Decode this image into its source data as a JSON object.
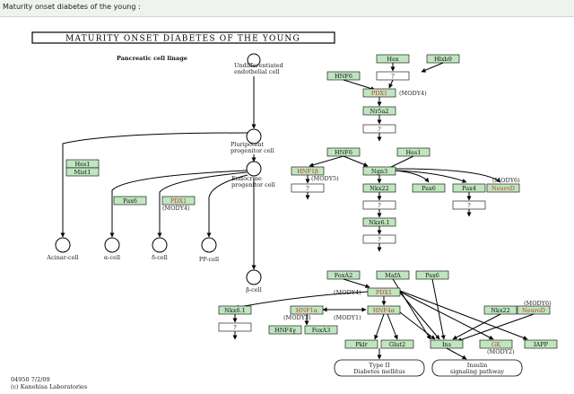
{
  "page_header": "Maturity onset diabetes of the young :",
  "diagram_title": "MATURITY ONSET DIABETES OF THE YOUNG",
  "pancreatic_label": "Pancreatic cell linage",
  "undiff_label": [
    "Undifferentiated",
    "endothelial cell"
  ],
  "pluripotent_label": [
    "Pluripotent",
    "progenitor cell"
  ],
  "endocrine_label": [
    "Endocrine",
    "progenitor cell"
  ],
  "cells": {
    "acinar": "Acinar-cell",
    "alpha": "α-cell",
    "delta": "δ-cell",
    "pp": "PP-cell",
    "beta": "β-cell"
  },
  "genes": {
    "hes1_left": "Hes1",
    "mist1": "Mist1",
    "pax6_left": "Pax6",
    "pdx1_left": "PDX1",
    "mody4_left": "(MODY4)",
    "hex": "Hex",
    "hlxb9": "Hlxb9",
    "hnf6_top": "HNF6",
    "pdx1_top": "PDX1",
    "mody4_top": "(MODY4)",
    "nr5a2": "Nr5a2",
    "hnf6_mid": "HNF6",
    "hes1_mid": "Hes1",
    "hnf1b": "HNF1β",
    "mody5": "(MODY5)",
    "ngn3": "Ngn3",
    "nkx22": "Nkx22",
    "pax6_mid": "Pax6",
    "pax4": "Pax4",
    "neurod_top": "NeuroD",
    "mody6_top": "(MODY6)",
    "nkx61_mid": "Nkx6.1",
    "foxa2_bot": "FoxA2",
    "mafa": "MafA",
    "pax6_bot": "Pax6",
    "pdx1_bot": "PDX1",
    "mody4_bot": "(MODY4)",
    "nkx61_bot": "Nkx6.1",
    "hnf1a": "HNF1α",
    "hnf4a": "HNF4α",
    "mody3": "(MODY3)",
    "mody1": "(MODY1)",
    "hnf4g": "HNF4γ",
    "foxa3": "FoxA3",
    "nkx22_bot": "Nkx22",
    "neurod_bot": "NeuroD",
    "mody6_bot": "(MODY6)",
    "pklr": "Pklr",
    "glut2": "Glut2",
    "ins": "Ins",
    "gk": "GK",
    "mody2": "(MODY2)",
    "iapp": "IAPP"
  },
  "unknown": "?",
  "outcomes": {
    "type2": [
      "Type II",
      "Diabetes mellitus"
    ],
    "insulin": [
      "Insulin",
      "signaling pathway"
    ]
  },
  "footer": [
    "04950 7/2/09",
    "(c) Kanehisa Laboratories"
  ]
}
